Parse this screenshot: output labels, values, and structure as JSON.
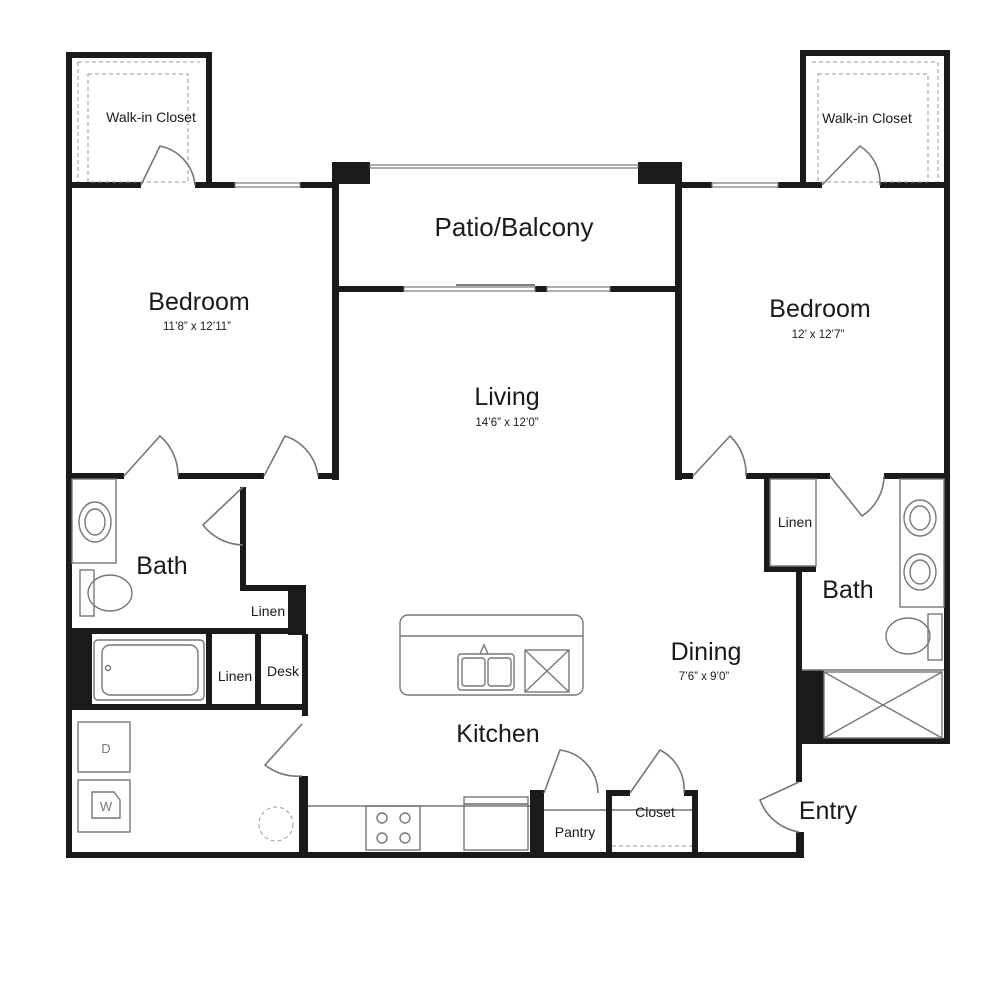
{
  "rooms": {
    "walk_in_closet_left": "Walk-in Closet",
    "walk_in_closet_right": "Walk-in Closet",
    "patio": "Patio/Balcony",
    "bedroom_left": {
      "name": "Bedroom",
      "dims": "11’8” x 12’11”"
    },
    "bedroom_right": {
      "name": "Bedroom",
      "dims": "12’  x 12’7”"
    },
    "living": {
      "name": "Living",
      "dims": "14’6” x 12’0”"
    },
    "bath_left": "Bath",
    "bath_right": "Bath",
    "linen_upper_left": "Linen",
    "linen_lower_left": "Linen",
    "linen_right": "Linen",
    "desk": "Desk",
    "dining": {
      "name": "Dining",
      "dims": "7’6” x 9’0”"
    },
    "kitchen": "Kitchen",
    "pantry": "Pantry",
    "closet": "Closet",
    "entry": "Entry"
  },
  "appliances": {
    "dryer": "D",
    "washer": "W"
  },
  "colors": {
    "wall": "#1a1a1a",
    "fixture": "#777777",
    "background": "#ffffff"
  }
}
